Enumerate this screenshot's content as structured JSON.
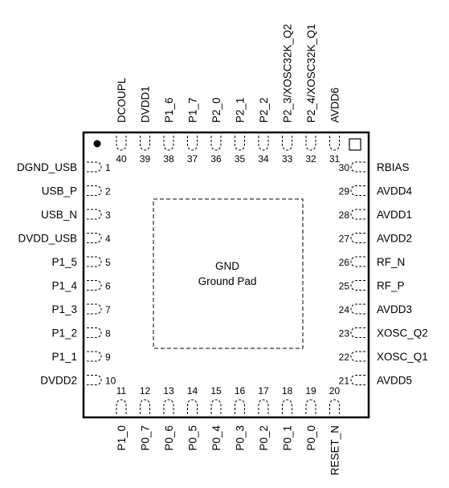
{
  "ground_pad": {
    "line1": "GND",
    "line2": "Ground Pad"
  },
  "pins": {
    "left": [
      {
        "num": "1",
        "name": "DGND_USB"
      },
      {
        "num": "2",
        "name": "USB_P"
      },
      {
        "num": "3",
        "name": "USB_N"
      },
      {
        "num": "4",
        "name": "DVDD_USB"
      },
      {
        "num": "5",
        "name": "P1_5"
      },
      {
        "num": "6",
        "name": "P1_4"
      },
      {
        "num": "7",
        "name": "P1_3"
      },
      {
        "num": "8",
        "name": "P1_2"
      },
      {
        "num": "9",
        "name": "P1_1"
      },
      {
        "num": "10",
        "name": "DVDD2"
      }
    ],
    "bottom": [
      {
        "num": "11",
        "name": "P1_0"
      },
      {
        "num": "12",
        "name": "P0_7"
      },
      {
        "num": "13",
        "name": "P0_6"
      },
      {
        "num": "14",
        "name": "P0_5"
      },
      {
        "num": "15",
        "name": "P0_4"
      },
      {
        "num": "16",
        "name": "P0_3"
      },
      {
        "num": "17",
        "name": "P0_2"
      },
      {
        "num": "18",
        "name": "P0_1"
      },
      {
        "num": "19",
        "name": "P0_0"
      },
      {
        "num": "20",
        "name": "RESET_N"
      }
    ],
    "right": [
      {
        "num": "21",
        "name": "AVDD5"
      },
      {
        "num": "22",
        "name": "XOSC_Q1"
      },
      {
        "num": "23",
        "name": "XOSC_Q2"
      },
      {
        "num": "24",
        "name": "AVDD3"
      },
      {
        "num": "25",
        "name": "RF_P"
      },
      {
        "num": "26",
        "name": "RF_N"
      },
      {
        "num": "27",
        "name": "AVDD2"
      },
      {
        "num": "28",
        "name": "AVDD1"
      },
      {
        "num": "29",
        "name": "AVDD4"
      },
      {
        "num": "30",
        "name": "RBIAS"
      }
    ],
    "top": [
      {
        "num": "31",
        "name": "AVDD6"
      },
      {
        "num": "32",
        "name": "P2_4/XOSC32K_Q1"
      },
      {
        "num": "33",
        "name": "P2_3/XOSC32K_Q2"
      },
      {
        "num": "34",
        "name": "P2_2"
      },
      {
        "num": "35",
        "name": "P2_1"
      },
      {
        "num": "36",
        "name": "P2_0"
      },
      {
        "num": "37",
        "name": "P1_7"
      },
      {
        "num": "38",
        "name": "P1_6"
      },
      {
        "num": "39",
        "name": "DVDD1"
      },
      {
        "num": "40",
        "name": "DCOUPL"
      }
    ]
  }
}
